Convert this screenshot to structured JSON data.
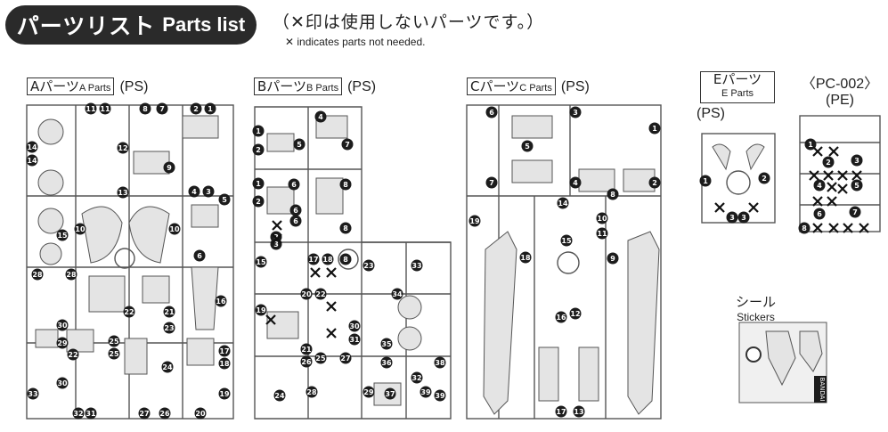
{
  "header": {
    "title_jp": "パーツリスト",
    "title_en": "Parts list"
  },
  "note": {
    "jp": "（✕印は使用しないパーツです。）",
    "en": "✕ indicates parts not needed."
  },
  "runners": [
    {
      "id": "A",
      "label_jp": "Aパーツ",
      "label_en": "A Parts",
      "material": "(PS)"
    },
    {
      "id": "B",
      "label_jp": "Bパーツ",
      "label_en": "B Parts",
      "material": "(PS)"
    },
    {
      "id": "C",
      "label_jp": "Cパーツ",
      "label_en": "C Parts",
      "material": "(PS)"
    },
    {
      "id": "E",
      "label_jp": "Eパーツ",
      "label_en": "E Parts",
      "material": "(PS)"
    },
    {
      "id": "PC",
      "label_jp": "〈PC-002〉",
      "label_en": "",
      "material": "(PE)"
    }
  ],
  "stickers": {
    "title_jp": "シール",
    "title_en": "Stickers",
    "brand": "BANDAI"
  },
  "part_numbers": {
    "A": [
      "11",
      "11",
      "8",
      "7",
      "2",
      "1",
      "14",
      "12",
      "9",
      "14",
      "13",
      "4",
      "3",
      "5",
      "15",
      "10",
      "10",
      "6",
      "28",
      "28",
      "16",
      "22",
      "21",
      "23",
      "30",
      "29",
      "25",
      "25",
      "17",
      "30",
      "22",
      "18",
      "24",
      "33",
      "32",
      "31",
      "27",
      "26",
      "20",
      "19"
    ],
    "B": [
      "4",
      "1",
      "5",
      "7",
      "2",
      "6",
      "8",
      "1",
      "6",
      "2",
      "6",
      "8",
      "3",
      "3",
      "15",
      "17",
      "18",
      "8",
      "23",
      "33",
      "20",
      "22",
      "34",
      "19",
      "30",
      "31",
      "21",
      "25",
      "36",
      "32",
      "26",
      "27",
      "35",
      "38",
      "39",
      "24",
      "28",
      "37",
      "39",
      "29"
    ],
    "C": [
      "6",
      "3",
      "1",
      "5",
      "4",
      "2",
      "7",
      "8",
      "14",
      "19",
      "10",
      "11",
      "15",
      "18",
      "9",
      "12",
      "16",
      "17",
      "13"
    ],
    "E": [
      "1",
      "2",
      "3",
      "3"
    ],
    "PC": [
      "1",
      "2",
      "3",
      "5",
      "4",
      "6",
      "7",
      "8"
    ]
  }
}
